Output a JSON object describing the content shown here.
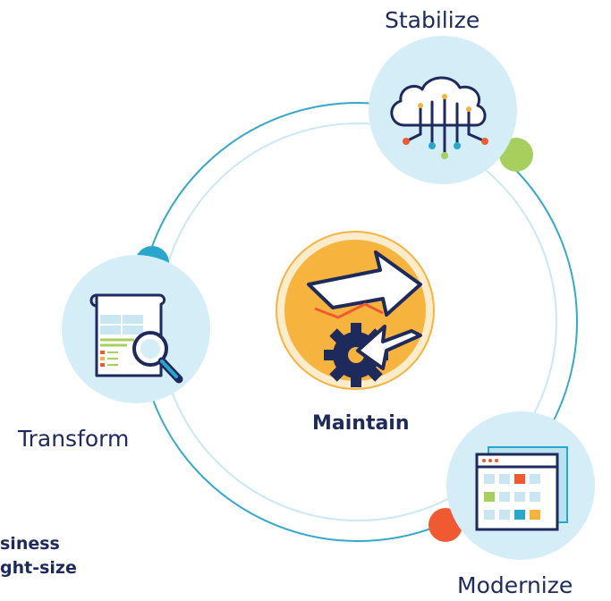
{
  "diagram": {
    "center_label": "Maintain",
    "stages": [
      {
        "label": "Stabilize",
        "icon": "cloud-network-icon"
      },
      {
        "label": "Transform",
        "icon": "document-magnifier-icon"
      },
      {
        "label": "Modernize",
        "icon": "calendar-grid-icon"
      }
    ],
    "center_icon": "gear-arrows-icon",
    "partial_text": "siness\nght-size"
  },
  "colors": {
    "navy": "#1f2a5c",
    "ring": "#36a9c9",
    "bubble": "#d4edf6",
    "accent_green": "#a6cf5d",
    "accent_blue": "#2aa6cc",
    "accent_red": "#ef5a32",
    "orange": "#f6b33e"
  }
}
